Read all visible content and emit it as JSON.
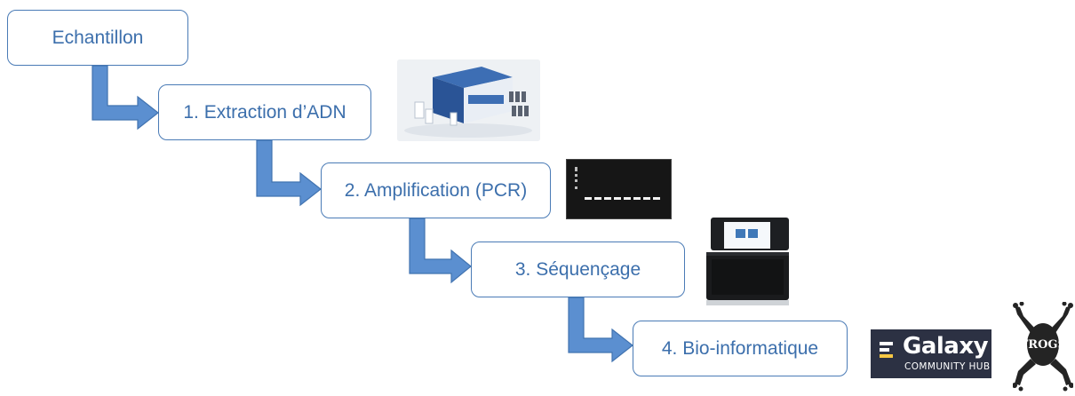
{
  "steps": [
    {
      "label": "Echantillon"
    },
    {
      "label": "1. Extraction d’ADN"
    },
    {
      "label": "2. Amplification (PCR)"
    },
    {
      "label": "3. Séquençage"
    },
    {
      "label": "4. Bio-informatique"
    }
  ],
  "logos": {
    "galaxy_name": "Galaxy",
    "galaxy_sub": "COMMUNITY HUB",
    "frogs_text": "FROGS"
  },
  "colors": {
    "box_border": "#4a7bb6",
    "text": "#3c6fac",
    "arrow_fill": "#5b8fd0",
    "arrow_stroke": "#4173b0",
    "galaxy_bg": "#2c3143",
    "galaxy_accent": "#f6c744"
  },
  "icons": [
    "dna-extraction-kit-image",
    "pcr-gel-image",
    "sequencer-image",
    "galaxy-logo",
    "frogs-logo"
  ]
}
